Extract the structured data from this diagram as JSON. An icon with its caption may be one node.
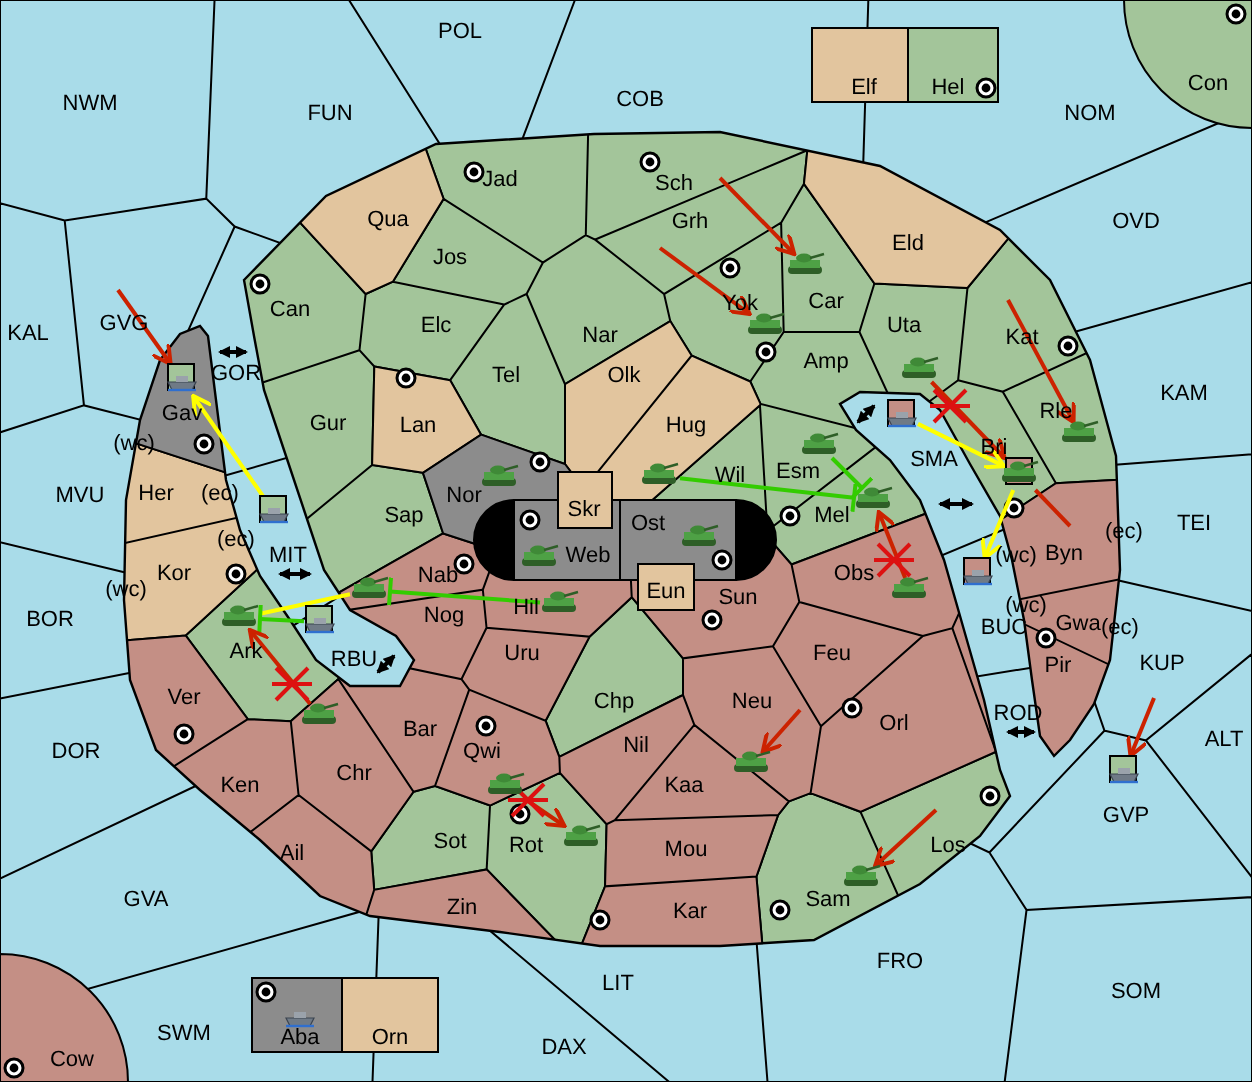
{
  "diagram": {
    "nodes": [
      {
        "text": [],
        "shape": "picture"
      },
      {
        "text": [],
        "shape": "picture"
      },
      {
        "text": [],
        "shape": "picture"
      },
      {
        "text": [],
        "shape": "picture"
      },
      {
        "text": [],
        "shape": "picture"
      },
      {
        "text": [],
        "shape": "picture"
      },
      {
        "text": [],
        "shape": "picture"
      },
      {
        "text": [],
        "shape": "picture"
      },
      {
        "text": [],
        "shape": "picture"
      },
      {
        "text": [],
        "shape": "picture"
      },
      {
        "text": [],
        "shape": "picture"
      },
      {
        "text": [],
        "shape": "picture"
      },
      {
        "text": [],
        "shape": "picture"
      },
      {
        "text": [],
        "shape": "picture"
      },
      {
        "text": [],
        "shape": "picture"
      },
      {
        "text": [],
        "shape": "picture"
      },
      {
        "text": [],
        "shape": "picture"
      },
      {
        "text": [],
        "shape": "picture"
      },
      {
        "text": [],
        "shape": "picture"
      },
      {
        "text": [],
        "shape": "picture"
      },
      {
        "text": [],
        "shape": "picture"
      },
      {
        "text": [],
        "shape": "picture"
      },
      {
        "text": [],
        "shape": "picture"
      },
      {
        "text": [],
        "shape": "picture"
      },
      {
        "text": [],
        "shape": "picture"
      },
      {
        "text": [],
        "shape": "picture"
      },
      {
        "text": [],
        "shape": "picture"
      }
    ],
    "edges": [
      {
        "from": null,
        "to": 0,
        "arrow": "to"
      },
      {
        "from": null,
        "to": 1,
        "arrow": "to"
      },
      {
        "from": null,
        "to": 2,
        "arrow": "to"
      },
      {
        "from": null,
        "to": 4,
        "arrow": "to"
      },
      {
        "from": 3,
        "to": 6,
        "arrow": "to"
      },
      {
        "from": 6,
        "to": null,
        "arrow": "none"
      },
      {
        "from": 5,
        "to": 6,
        "arrow": "to",
        "color": "#ffff00"
      },
      {
        "from": 6,
        "to": 18,
        "arrow": "to",
        "color": "#ffff00"
      },
      {
        "from": 8,
        "to": 9,
        "arrow": "other",
        "color": "#33cc00"
      },
      {
        "from": 7,
        "to": 9,
        "arrow": "other",
        "color": "#33cc00"
      },
      {
        "from": 19,
        "to": 9,
        "arrow": "to"
      },
      {
        "from": 15,
        "to": 14,
        "arrow": "other",
        "color": "#33cc00"
      },
      {
        "from": 13,
        "to": 0,
        "arrow": "to",
        "color": "#ffff00"
      },
      {
        "from": 14,
        "to": 16,
        "arrow": "none",
        "color": "#ffff00"
      },
      {
        "from": 17,
        "to": 16,
        "arrow": "other",
        "color": "#33cc00"
      },
      {
        "from": 20,
        "to": 16,
        "arrow": "to"
      },
      {
        "from": 21,
        "to": 22,
        "arrow": "to"
      },
      {
        "from": null,
        "to": 23,
        "arrow": "to"
      },
      {
        "from": null,
        "to": 24,
        "arrow": "to"
      },
      {
        "from": null,
        "to": 25,
        "arrow": "to"
      }
    ],
    "labels": [
      "POL",
      "NWM",
      "FUN",
      "COB",
      "Elf",
      "Hel",
      "Con",
      "NOM",
      "Jad",
      "Sch",
      "Qua",
      "OVD",
      "Grh",
      "Eld",
      "Jos",
      "Can",
      "Yok",
      "Car",
      "Uta",
      "GVG",
      "Elc",
      "KAL",
      "Kat",
      "Nar",
      "Amp",
      "GOR",
      "Tel",
      "Olk",
      "KAM",
      "Rle",
      "Gav",
      "Gur",
      "Lan",
      "Hug",
      "(wc)",
      "Bri",
      "SMA",
      "Esm",
      "Wil",
      "Her",
      "(ec)",
      "MVU",
      "Nor",
      "Skr",
      "Sap",
      "Mel",
      "Ost",
      "TEI",
      "(ec)",
      "(ec)",
      "MIT",
      "Byn",
      "(wc)",
      "Web",
      "Obs",
      "Kor",
      "Nab",
      "(wc)",
      "Eun",
      "Sun",
      "(wc)",
      "Hil",
      "Nog",
      "BOR",
      "Gwa",
      "BUC",
      "(ec)",
      "Ark",
      "Feu",
      "Uru",
      "RBU",
      "Pir",
      "KUP",
      "Ver",
      "Chp",
      "Neu",
      "ROD",
      "Orl",
      "Bar",
      "ALT",
      "Nil",
      "DOR",
      "Qwi",
      "Chr",
      "Ken",
      "Kaa",
      "GVP",
      "Los",
      "Sot",
      "Rot",
      "Mou",
      "Ail",
      "Sam",
      "GVA",
      "Zin",
      "Kar",
      "FRO",
      "LIT",
      "SOM",
      "SWM",
      "Aba",
      "Orn",
      "Cow",
      "DAX"
    ]
  }
}
